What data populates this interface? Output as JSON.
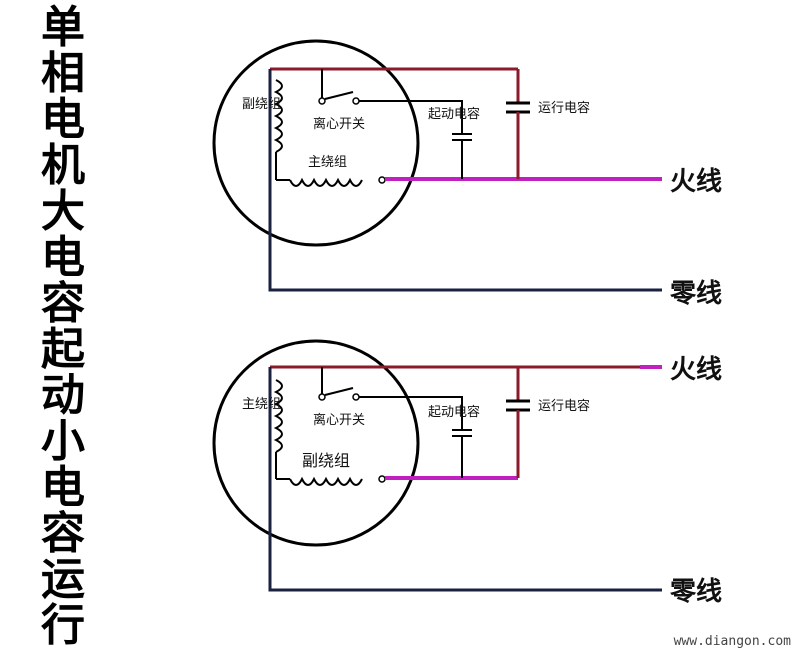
{
  "title_chars": [
    "单",
    "相",
    "电",
    "机",
    "大",
    "电",
    "容",
    "起",
    "动",
    "小",
    "电",
    "容",
    "运",
    "行"
  ],
  "diagram1": {
    "aux_winding": "副绕组",
    "main_winding": "主绕组",
    "centrifugal_switch": "离心开关",
    "start_cap": "起动电容",
    "run_cap": "运行电容",
    "live": "火线",
    "neutral": "零线"
  },
  "diagram2": {
    "main_winding": "主绕组",
    "aux_winding": "副绕组",
    "centrifugal_switch": "离心开关",
    "start_cap": "起动电容",
    "run_cap": "运行电容",
    "live": "火线",
    "neutral": "零线"
  },
  "watermark": "www.diangon.com",
  "colors": {
    "wire_top": "#8b1a2b",
    "live": "#c020c0",
    "neutral": "#1a2240",
    "black": "#000000"
  }
}
